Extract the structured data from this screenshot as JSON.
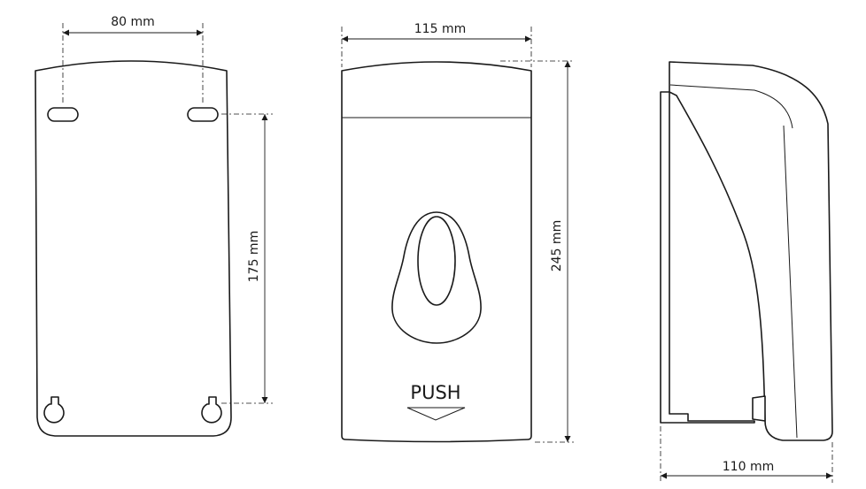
{
  "dimensions": {
    "hole_spacing": "80 mm",
    "front_width": "115 mm",
    "mount_height": "175 mm",
    "total_height": "245 mm",
    "depth": "110 mm"
  },
  "front": {
    "push_label": "PUSH"
  },
  "colors": {
    "line": "#1a1a1a",
    "background": "#ffffff"
  }
}
